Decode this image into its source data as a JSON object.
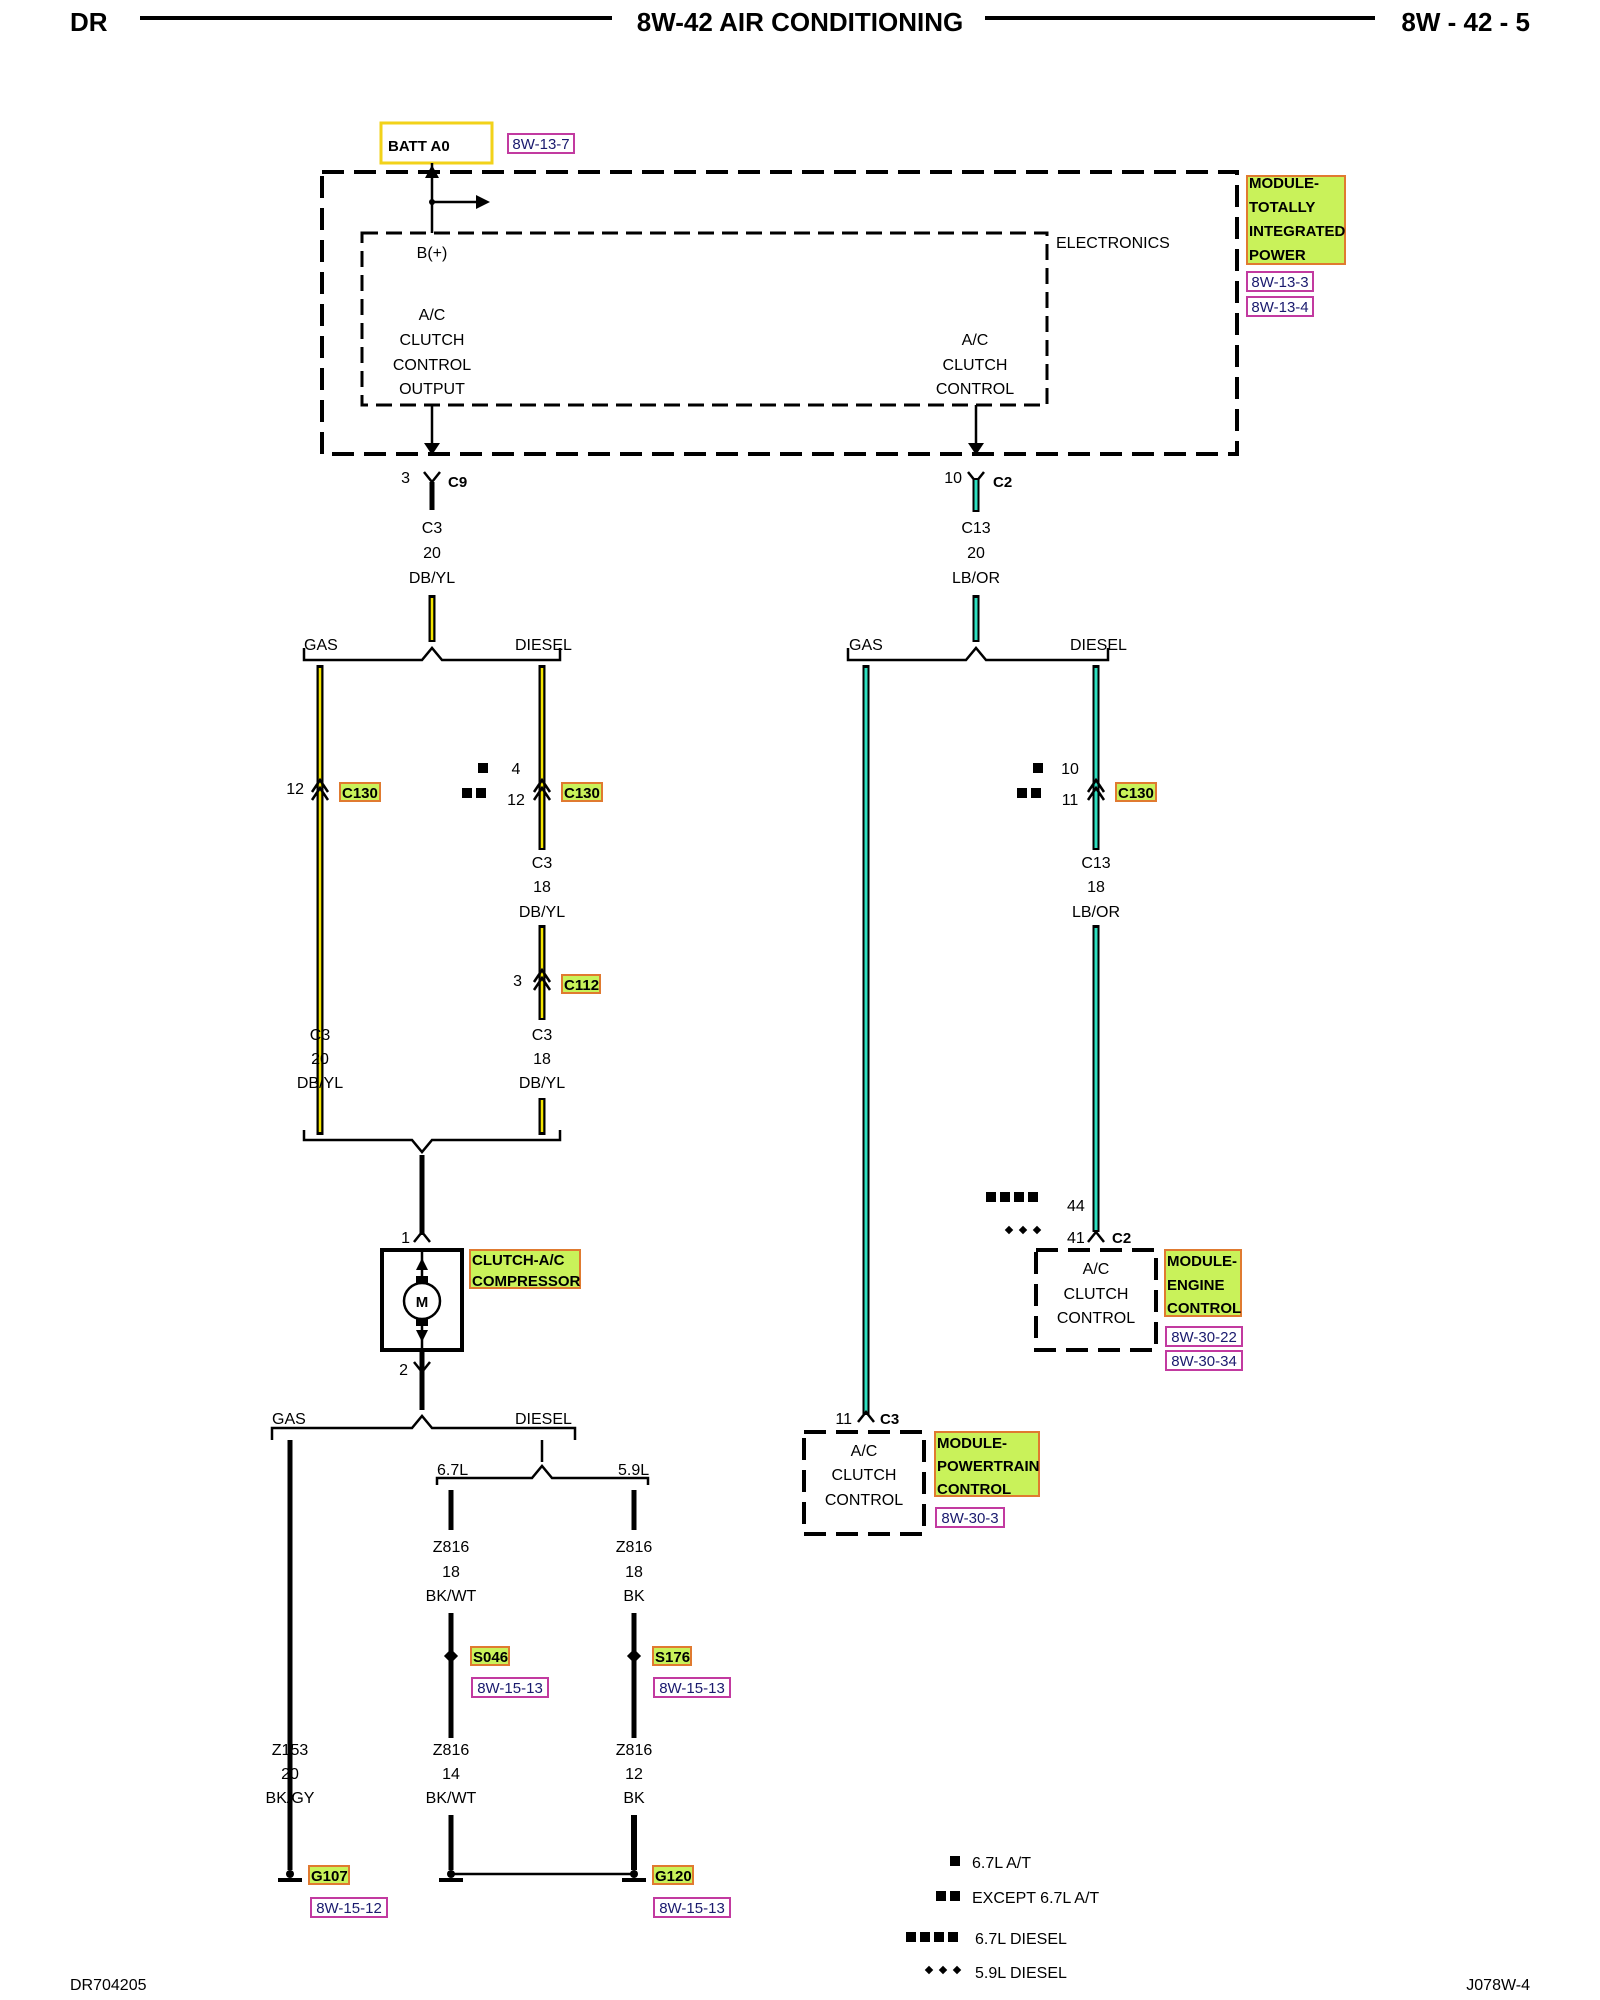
{
  "header": {
    "left": "DR",
    "title": "8W-42 AIR CONDITIONING",
    "right": "8W - 42 - 5"
  },
  "footer": {
    "left": "DR704205",
    "right": "J078W-4"
  },
  "colors": {
    "yellow_trace": "#f5e600",
    "cyan_trace": "#2ee0c0",
    "highlight": "#c9f25a",
    "ref_border": "#c23aa0",
    "batt_border": "#f2d21a"
  },
  "tipm": {
    "batt": "BATT A0",
    "batt_ref": "8W-13-7",
    "electronics": "ELECTRONICS",
    "bplus": "B(+)",
    "out_l1": "A/C",
    "out_l2": "CLUTCH",
    "out_l3": "CONTROL",
    "out_l4": "OUTPUT",
    "ctl_l1": "A/C",
    "ctl_l2": "CLUTCH",
    "ctl_l3": "CONTROL",
    "name_l1": "MODULE-",
    "name_l2": "TOTALLY",
    "name_l3": "INTEGRATED",
    "name_l4": "POWER",
    "ref1": "8W-13-3",
    "ref2": "8W-13-4"
  },
  "left_top": {
    "pin": "3",
    "conn": "C9",
    "wire": "C3",
    "gauge": "20",
    "color": "DB/YL"
  },
  "right_top": {
    "pin": "10",
    "conn": "C2",
    "wire": "C13",
    "gauge": "20",
    "color": "LB/OR"
  },
  "branch": {
    "gas": "GAS",
    "diesel": "DIESEL"
  },
  "left_gas": {
    "pin": "12",
    "conn": "C130",
    "wire": "C3",
    "gauge": "20",
    "color": "DB/YL"
  },
  "left_diesel": {
    "pin_a": "4",
    "pin_b": "12",
    "conn": "C130",
    "wire1": "C3",
    "gauge1": "18",
    "color1": "DB/YL",
    "pin_c": "3",
    "conn2": "C112",
    "wire2": "C3",
    "gauge2": "18",
    "color2": "DB/YL"
  },
  "right_diesel": {
    "pin_a": "10",
    "pin_b": "11",
    "conn": "C130",
    "wire": "C13",
    "gauge": "18",
    "color": "LB/OR",
    "pin_c": "44",
    "pin_d": "41",
    "conn2": "C2"
  },
  "ecm": {
    "l1": "A/C",
    "l2": "CLUTCH",
    "l3": "CONTROL",
    "name_l1": "MODULE-",
    "name_l2": "ENGINE",
    "name_l3": "CONTROL",
    "ref1": "8W-30-22",
    "ref2": "8W-30-34"
  },
  "pcm": {
    "pin": "11",
    "conn": "C3",
    "l1": "A/C",
    "l2": "CLUTCH",
    "l3": "CONTROL",
    "name_l1": "MODULE-",
    "name_l2": "POWERTRAIN",
    "name_l3": "CONTROL",
    "ref": "8W-30-3"
  },
  "clutch": {
    "pin_top": "1",
    "pin_bot": "2",
    "motor": "M",
    "name_l1": "CLUTCH-A/C",
    "name_l2": "COMPRESSOR"
  },
  "ground": {
    "engine_67": "6.7L",
    "engine_59": "5.9L",
    "gas_wire": "Z153",
    "gas_gauge": "20",
    "gas_color": "BK/GY",
    "w67_a": "Z816",
    "g67_a": "18",
    "c67_a": "BK/WT",
    "splice67": "S046",
    "splice67_ref": "8W-15-13",
    "w67_b": "Z816",
    "g67_b": "14",
    "c67_b": "BK/WT",
    "w59_a": "Z816",
    "g59_a": "18",
    "c59_a": "BK",
    "splice59": "S176",
    "splice59_ref": "8W-15-13",
    "w59_b": "Z816",
    "g59_b": "12",
    "c59_b": "BK",
    "g107": "G107",
    "g107_ref": "8W-15-12",
    "g120": "G120",
    "g120_ref": "8W-15-13"
  },
  "legend": {
    "l1": "6.7L A/T",
    "l2": "EXCEPT 6.7L A/T",
    "l3": "6.7L DIESEL",
    "l4": "5.9L DIESEL"
  }
}
